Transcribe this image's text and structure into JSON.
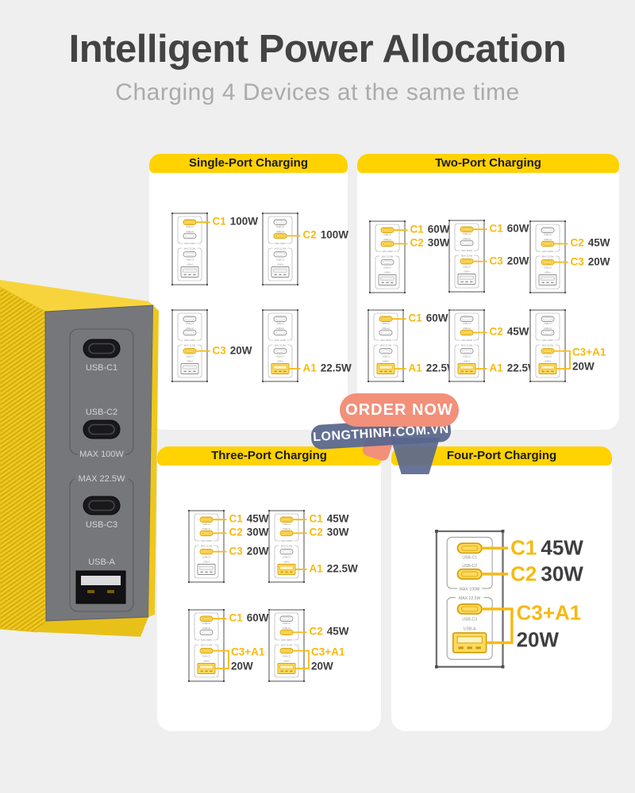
{
  "colors": {
    "background": "#efefef",
    "panel": "#ffffff",
    "badge_yellow": "#ffd200",
    "callout_gold": "#f7b911",
    "callout_dark": "#3e3e41",
    "order_now_bg": "#f2907a",
    "ribbon_bg": "#5a668e",
    "charger_yellow": "#f0c91f",
    "charger_front": "#76777b"
  },
  "header": {
    "title": "Intelligent Power Allocation",
    "subtitle": "Charging 4 Devices at the same time"
  },
  "promo": {
    "order_now": "ORDER NOW",
    "website": "LONGTHINH.COM.VN"
  },
  "charger_render": {
    "labels": [
      "USB-C1",
      "USB-C2",
      "MAX 100W",
      "MAX 22.5W",
      "USB-C3",
      "USB-A"
    ]
  },
  "mini_labels": {
    "c1": "USB-C1",
    "c2": "USB-C2",
    "max100": "MAX 100W",
    "max225": "MAX 22.5W",
    "c3": "USB-C3",
    "a": "USB-A"
  },
  "panels": [
    {
      "id": "single",
      "title": "Single-Port Charging",
      "diagrams": [
        {
          "callouts": [
            {
              "port": "C1",
              "value": "100W"
            }
          ]
        },
        {
          "callouts": [
            {
              "port": "C2",
              "value": "100W"
            }
          ]
        },
        {
          "callouts": [
            {
              "port": "C3",
              "value": "20W"
            }
          ]
        },
        {
          "callouts": [
            {
              "port": "A1",
              "value": "22.5W"
            }
          ]
        }
      ]
    },
    {
      "id": "two",
      "title": "Two-Port Charging",
      "diagrams": [
        {
          "callouts": [
            {
              "port": "C1",
              "value": "60W"
            },
            {
              "port": "C2",
              "value": "30W"
            }
          ]
        },
        {
          "callouts": [
            {
              "port": "C1",
              "value": "60W"
            },
            {
              "port": "C3",
              "value": "20W"
            }
          ]
        },
        {
          "callouts": [
            {
              "port": "C2",
              "value": "45W"
            },
            {
              "port": "C3",
              "value": "20W"
            }
          ]
        },
        {
          "callouts": [
            {
              "port": "C1",
              "value": "60W"
            },
            {
              "port": "A1",
              "value": "22.5W"
            }
          ]
        },
        {
          "callouts": [
            {
              "port": "C2",
              "value": "45W"
            },
            {
              "port": "A1",
              "value": "22.5W"
            }
          ]
        },
        {
          "callouts": [
            {
              "port": "C3+A1",
              "value": "20W",
              "bracket": true
            }
          ]
        }
      ]
    },
    {
      "id": "three",
      "title": "Three-Port Charging",
      "diagrams": [
        {
          "callouts": [
            {
              "port": "C1",
              "value": "45W"
            },
            {
              "port": "C2",
              "value": "30W"
            },
            {
              "port": "C3",
              "value": "20W"
            }
          ]
        },
        {
          "callouts": [
            {
              "port": "C1",
              "value": "45W"
            },
            {
              "port": "C2",
              "value": "30W"
            },
            {
              "port": "A1",
              "value": "22.5W"
            }
          ]
        },
        {
          "callouts": [
            {
              "port": "C1",
              "value": "60W"
            },
            {
              "port": "C3+A1",
              "value": "20W",
              "bracket": true
            }
          ]
        },
        {
          "callouts": [
            {
              "port": "C2",
              "value": "45W"
            },
            {
              "port": "C3+A1",
              "value": "20W",
              "bracket": true
            }
          ]
        }
      ]
    },
    {
      "id": "four",
      "title": "Four-Port Charging",
      "diagrams": [
        {
          "callouts": [
            {
              "port": "C1",
              "value": "45W"
            },
            {
              "port": "C2",
              "value": "30W"
            },
            {
              "port": "C3+A1",
              "value": "20W",
              "bracket": true
            }
          ]
        }
      ]
    }
  ]
}
